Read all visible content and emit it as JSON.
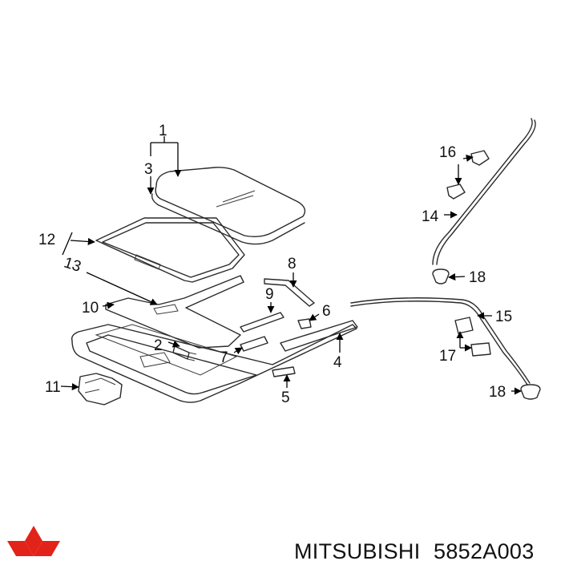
{
  "diagram": {
    "callouts": [
      "1",
      "2",
      "3",
      "4",
      "5",
      "6",
      "7",
      "8",
      "9",
      "10",
      "11",
      "12",
      "13",
      "14",
      "15",
      "16",
      "17",
      "18",
      "18"
    ]
  },
  "footer": {
    "brand": "MITSUBISHI",
    "part_number": "5852A003",
    "logo_color": "#e2231a"
  }
}
